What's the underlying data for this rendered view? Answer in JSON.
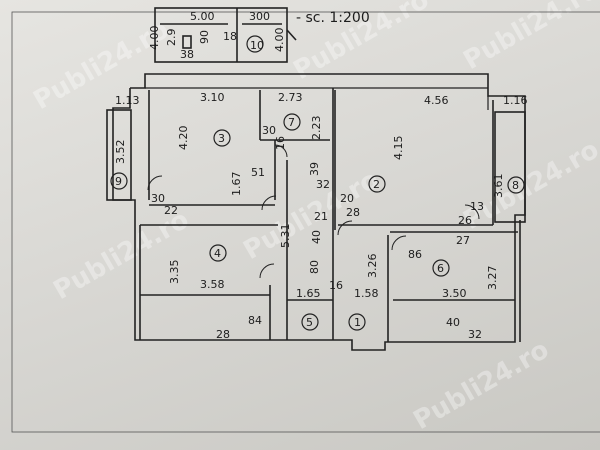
{
  "scale_note": "- sc. 1:200",
  "watermark": "Publi24.ro",
  "top_block": {
    "dims": [
      "5.00",
      "300",
      "4.00",
      "4.00",
      "2.9",
      "38",
      "90",
      "18"
    ],
    "room_number": "10"
  },
  "room_numbers": [
    "1",
    "2",
    "3",
    "4",
    "5",
    "6",
    "7",
    "8",
    "9"
  ],
  "dimensions": [
    "1.13",
    "3.10",
    "2.73",
    "4.56",
    "1.16",
    "3.52",
    "4.20",
    "4.15",
    "3.61",
    "30",
    "22",
    "1.67",
    "51",
    "16",
    "30",
    "2.23",
    "39",
    "32",
    "20",
    "28",
    "5.31",
    "21",
    "40",
    "13",
    "26",
    "3.35",
    "3.58",
    "3.26",
    "86",
    "27",
    "3.27",
    "3.50",
    "80",
    "1.65",
    "16",
    "1.58",
    "28",
    "84",
    "40",
    "32"
  ]
}
